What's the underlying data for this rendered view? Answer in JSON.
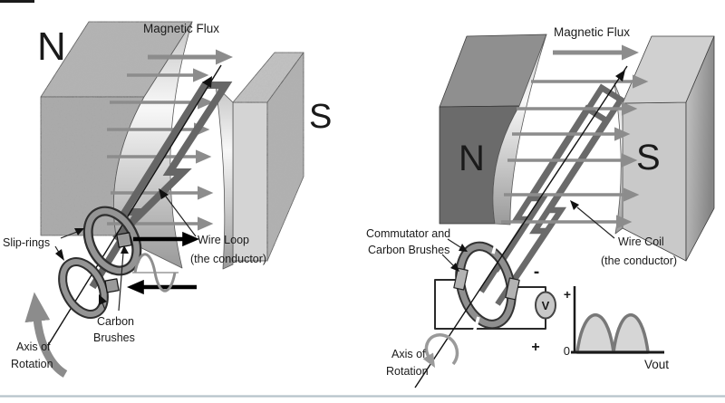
{
  "ac_generator": {
    "magnetic_flux_label": "Magnetic Flux",
    "north_pole": "N",
    "south_pole": "S",
    "slip_rings_label": "Slip-rings",
    "wire_loop_label_line1": "Wire Loop",
    "wire_loop_label_line2": "(the conductor)",
    "carbon_brushes_label_line1": "Carbon",
    "carbon_brushes_label_line2": "Brushes",
    "axis_label_line1": "Axis of",
    "axis_label_line2": "Rotation"
  },
  "dc_generator": {
    "magnetic_flux_label": "Magnetic Flux",
    "north_pole": "N",
    "south_pole": "S",
    "commutator_label_line1": "Commutator and",
    "commutator_label_line2": "Carbon Brushes",
    "wire_coil_label_line1": "Wire Coil",
    "wire_coil_label_line2": "(the conductor)",
    "axis_label_line1": "Axis of",
    "axis_label_line2": "Rotation",
    "voltmeter_label": "V",
    "negative_terminal": "-",
    "positive_terminal": "+",
    "output_graph": {
      "y_axis_plus": "+",
      "origin_zero": "0",
      "x_axis_label": "Vout"
    }
  },
  "colors": {
    "flux_arrow": "#8c8c8c",
    "wire_conductor": "#666666",
    "magnet_speckled": "#ababab",
    "magnet_dark": "#6b6b6b",
    "magnet_light": "#c9c9c9",
    "waveform_fill": "#d6d6d6",
    "waveform_stroke": "#787878",
    "divider": "#b7c3cb",
    "text": "#1a1a1a"
  }
}
